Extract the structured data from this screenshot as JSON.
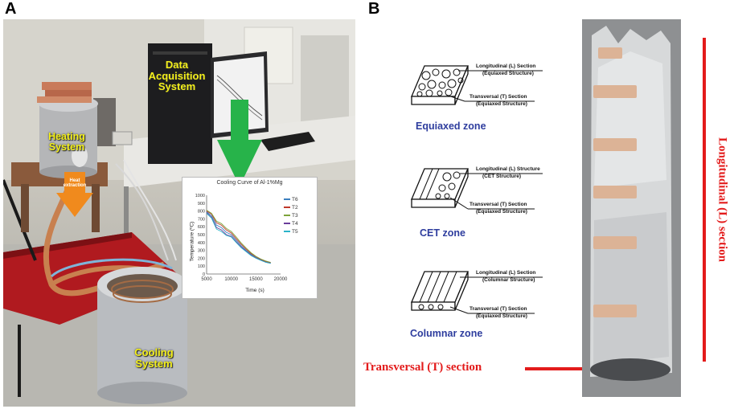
{
  "panels": {
    "a": "A",
    "b": "B"
  },
  "panel_a": {
    "heating": "Heating System",
    "daq": "Data Acquisition System",
    "heat_extraction": "Heat extraction",
    "cooling": "Cooling System",
    "plot": {
      "title": "Cooling Curve of Al-1%Mg",
      "xlabel": "Time (s)",
      "ylabel": "Temperature (ºC)",
      "xticks": [
        "5000",
        "10000",
        "15000",
        "20000"
      ],
      "yticks": [
        "0",
        "100",
        "200",
        "300",
        "400",
        "500",
        "600",
        "700",
        "800",
        "900",
        "1000"
      ],
      "legend": [
        "T6",
        "T2",
        "T3",
        "T4",
        "T5"
      ],
      "colors": [
        "#3a7fbf",
        "#c0392b",
        "#7da43a",
        "#6a3d9a",
        "#2bb3c9"
      ]
    }
  },
  "panel_b": {
    "zones": [
      {
        "name": "Equiaxed zone",
        "l1": "Longitudinal (L) Section",
        "l2": "(Equiaxed Structure)",
        "t1": "Transversal (T) Section",
        "t2": "(Equiaxed Structure)"
      },
      {
        "name": "CET zone",
        "l1": "Longitudinal (L) Structure",
        "l2": "(CET Structure)",
        "t1": "Transversal (T) Section",
        "t2": "(Equiaxed Structure)"
      },
      {
        "name": "Columnar zone",
        "l1": "Longitudinal (L) Section",
        "l2": "(Columnar Structure)",
        "t1": "Transversal (T) Section",
        "t2": "(Equiaxed Structure)"
      }
    ],
    "transversal": "Transversal (T) section",
    "longitudinal": "Longitudinal (L) section"
  },
  "chart_data": {
    "type": "line",
    "title": "Cooling Curve of Al-1%Mg",
    "xlabel": "Time (s)",
    "ylabel": "Temperature (ºC)",
    "xlim": [
      5000,
      20000
    ],
    "ylim": [
      0,
      1000
    ],
    "x": [
      5000,
      6000,
      7000,
      8000,
      9000,
      10000,
      11000,
      12000,
      13000,
      14000,
      15000,
      16000,
      17000,
      18000
    ],
    "series": [
      {
        "name": "T6",
        "values": [
          790,
          740,
          620,
          590,
          530,
          500,
          430,
          360,
          300,
          250,
          210,
          180,
          155,
          140
        ]
      },
      {
        "name": "T2",
        "values": [
          800,
          760,
          650,
          620,
          560,
          520,
          450,
          380,
          315,
          260,
          220,
          185,
          160,
          145
        ]
      },
      {
        "name": "T3",
        "values": [
          810,
          770,
          670,
          640,
          580,
          540,
          470,
          395,
          330,
          270,
          225,
          190,
          165,
          148
        ]
      },
      {
        "name": "T4",
        "values": [
          780,
          720,
          590,
          560,
          500,
          480,
          410,
          345,
          290,
          240,
          205,
          175,
          150,
          137
        ]
      },
      {
        "name": "T5",
        "values": [
          770,
          710,
          570,
          540,
          490,
          470,
          400,
          335,
          285,
          235,
          200,
          172,
          148,
          135
        ]
      }
    ]
  }
}
